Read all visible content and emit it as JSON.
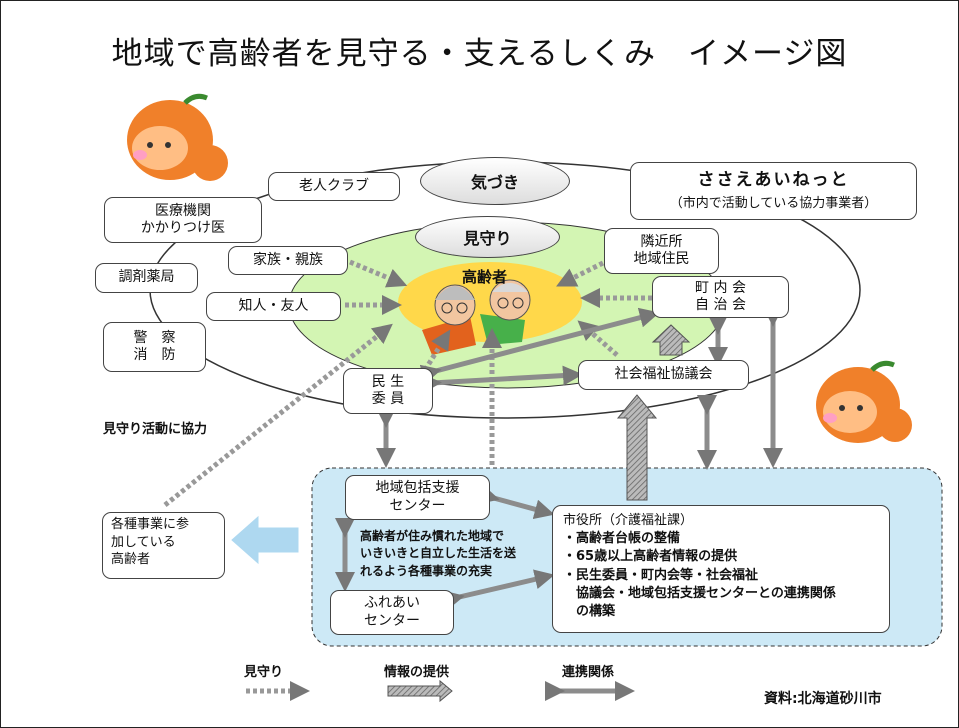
{
  "title": "地域で高齢者を見守る・支えるしくみ　イメージ図",
  "ellipses": {
    "awareness": "気づき",
    "watch": "見守り",
    "elderly": "高齢者"
  },
  "boxes": {
    "elderly_club": "老人クラブ",
    "medical": [
      "医療機関",
      "かかりつけ医"
    ],
    "pharmacy": "調剤薬局",
    "police": [
      "警　察",
      "消　防"
    ],
    "family": "家族・親族",
    "friends": "知人・友人",
    "neighbors": [
      "隣近所",
      "地域住民"
    ],
    "town_assoc": [
      "町 内 会",
      "自 治 会"
    ],
    "social_welfare": "社会福祉協議会",
    "welfare_commissioner": [
      "民 生",
      "委 員"
    ],
    "support_network_name": "ささえあいねっと",
    "support_network_sub": "（市内で活動している協力事業者）",
    "community_center": [
      "地域包括支援",
      "センター"
    ],
    "fureai_center": [
      "ふれあい",
      "センター"
    ],
    "participating_elderly": [
      "各種事業に参",
      "加している",
      "高齢者"
    ]
  },
  "city_office": {
    "title": "市役所（介護福祉課）",
    "items": [
      "・高齢者台帳の整備",
      "・65歳以上高齢者情報の提供",
      "・民生委員・町内会等・社会福祉",
      "　協議会・地域包括支援センターとの連携関係",
      "　の構築"
    ]
  },
  "center_text": [
    "高齢者が住み慣れた地域で",
    "いきいきと自立した生活を送",
    "れるよう各種事業の充実"
  ],
  "watch_cooperation": "見守り活動に協力",
  "legend": {
    "watch": "見守り",
    "info": "情報の提供",
    "link": "連携関係"
  },
  "source": "資料:北海道砂川市",
  "colors": {
    "green": "#d3f5b3",
    "blue_panel": "#cde9f6",
    "orange": "#f0802a",
    "yellow": "#ffd84a"
  }
}
